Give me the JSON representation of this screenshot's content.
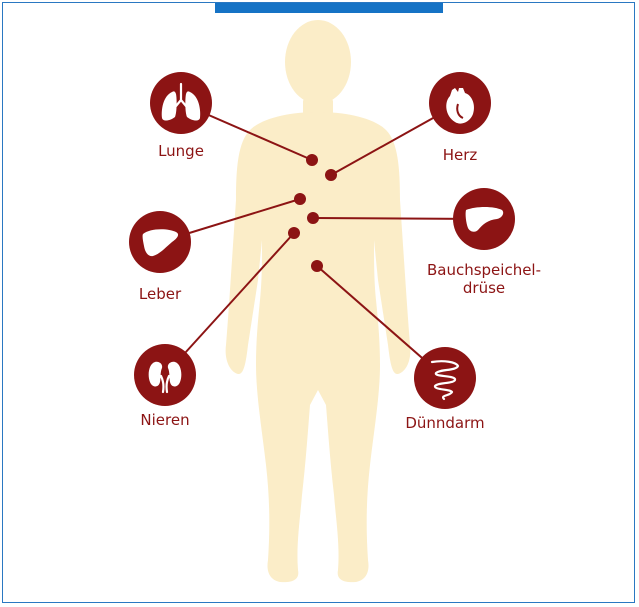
{
  "colors": {
    "organ_red": "#8c1414",
    "body_beige": "#fbedc8",
    "frame_blue": "#2a78c2",
    "top_bar_blue": "#1673c5"
  },
  "organs": [
    {
      "id": "lunge",
      "label": "Lunge",
      "icon": "lungs-icon"
    },
    {
      "id": "herz",
      "label": "Herz",
      "icon": "heart-icon"
    },
    {
      "id": "leber",
      "label": "Leber",
      "icon": "liver-icon"
    },
    {
      "id": "bauchspeicheldruese",
      "label": "Bauchspeichel-\ndrüse",
      "icon": "pancreas-icon"
    },
    {
      "id": "nieren",
      "label": "Nieren",
      "icon": "kidneys-icon"
    },
    {
      "id": "duenndarm",
      "label": "Dünndarm",
      "icon": "small-intestine-icon"
    }
  ]
}
